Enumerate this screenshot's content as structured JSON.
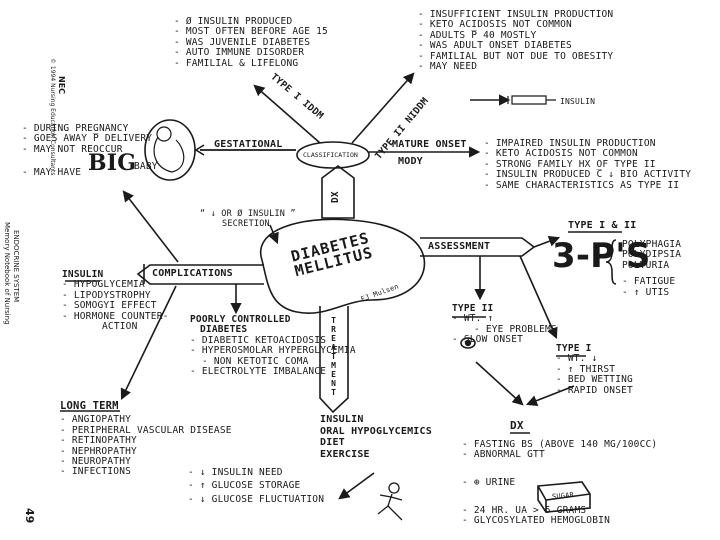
{
  "center": {
    "line1": "DIABETES",
    "line2": "MELLITUS",
    "signature": "EJ Mulsen"
  },
  "branches": {
    "dx": "DX",
    "classification": "CLASSIFICATION",
    "assessment": "ASSESSMENT",
    "complications": "COMPLICATIONS",
    "treatment": "TREATMENT",
    "gestational": "GESTATIONAL",
    "mature_onset": "MATURE ONSET",
    "mody": "MODY",
    "type1_iddm": "TYPE I IDDM",
    "type2_niddm": "TYPE II NIDDM"
  },
  "secretion": {
    "line1": "“ ↓ or Ø INSULIN ”",
    "line2": "SECRETION"
  },
  "type1_iddm_notes": [
    "- Ø INSULIN PRODUCED",
    "- MOST OFTEN BEFORE AGE 15",
    "- WAS JUVENILE DIABETES",
    "- AUTO IMMUNE DISORDER",
    "- FAMILIAL & LIFELONG"
  ],
  "type2_niddm_notes": [
    "- INSUFFICIENT INSULIN PRODUCTION",
    "- KETO ACIDOSIS NOT COMMON",
    "- ADULTS ̅P 40 MOSTLY",
    "- WAS ADULT ONSET DIABETES",
    "- FAMILIAL BUT NOT DUE TO OBESITY",
    "- MAY NEED",
    "INSULIN"
  ],
  "gestational_notes": [
    "- DURING PREGNANCY",
    "- GOES AWAY ̅P DELIVERY",
    "- MAY NOT REOCCUR",
    "- MAY HAVE",
    "BIG",
    "BABY"
  ],
  "mody_notes": [
    "- IMPAIRED INSULIN PRODUCTION",
    "- KETO ACIDOSIS NOT COMMON",
    "- STRONG FAMILY HX OF TYPE II",
    "- INSULIN PRODUCED ̅C ↓ BIO ACTIVITY",
    "- SAME CHARACTERISTICS AS TYPE II"
  ],
  "assessment_types": {
    "title": "TYPE I & II",
    "three_ps": "3-P's",
    "items": [
      "POLYPHAGIA",
      "POLYDIPSIA",
      "POLYURIA",
      "- FATIGUE",
      "- ↑ UTIs"
    ]
  },
  "assessment_type2": {
    "title": "TYPE II",
    "items": [
      "- WT. ↑",
      "- EYE PROBLEMS",
      "- SLOW ONSET"
    ]
  },
  "assessment_type1": {
    "title": "TYPE I",
    "items": [
      "- WT. ↓",
      "- ↑ THIRST",
      "- BED WETTING",
      "- RAPID ONSET"
    ]
  },
  "dx_box": {
    "title": "DX",
    "items": [
      "- FASTING BS (ABOVE 140 mg/100cc)",
      "- ABNORMAL GTT",
      "- ⊕ URINE",
      "SUGAR",
      "- 24 HR. UA > 5 GRAMS",
      "- GLYCOSYLATED HEMOGLOBIN"
    ]
  },
  "insulin_complications": {
    "title": "INSULIN",
    "items": [
      "- HYPOGLYCEMIA",
      "- LIPODYSTROPHY",
      "- SOMOGYI EFFECT",
      "- HORMONE COUNTER-",
      "ACTION"
    ]
  },
  "poorly_controlled": {
    "title_line1": "POORLY CONTROLLED",
    "title_line2": "DIABETES",
    "items": [
      "- DIABETIC KETOACIDOSIS",
      "- HYPEROSMOLAR HYPERGLYCEMIA",
      "- NON KETOTIC COMA",
      "- ELECTROLYTE IMBALANCE"
    ]
  },
  "long_term": {
    "title": "LONG TERM",
    "items": [
      "- ANGIOPATHY",
      "- PERIPHERAL VASCULAR DISEASE",
      "- RETINOPATHY",
      "- NEPHROPATHY",
      "- NEUROPATHY",
      "- INFECTIONS"
    ]
  },
  "treatment_items": [
    "INSULIN",
    "ORAL HYPOGLYCEMICS",
    "DIET",
    "EXERCISE"
  ],
  "exercise_notes": [
    "- ↓ INSULIN NEED",
    "- ↑ GLUCOSE STORAGE",
    "- ↓ GLUCOSE FLUCTUATION"
  ],
  "sidebar": {
    "publisher_line1": "© 1994 Nursing Education Consultants",
    "publisher_line2": "NEC",
    "book_line1": "ENDOCRINE SYSTEM",
    "book_line2": "Memory Notebook of Nursing",
    "page_number": "49"
  },
  "icons": [
    "fetus-icon",
    "eye-icon",
    "sugar-cube-icon",
    "runner-icon"
  ],
  "colors": {
    "ink": "#1a1a1a",
    "paper": "#ffffff"
  }
}
